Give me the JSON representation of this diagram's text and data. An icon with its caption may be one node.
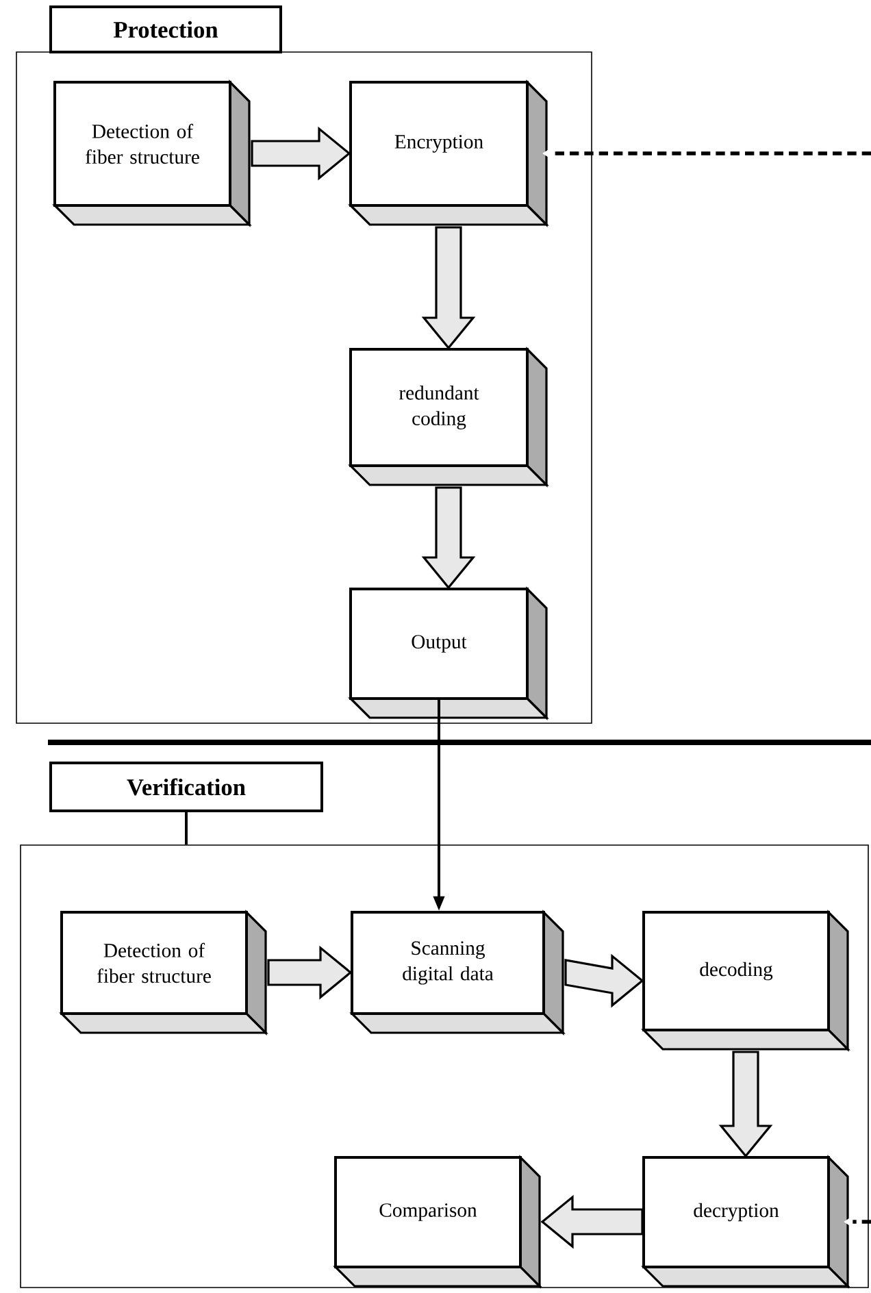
{
  "diagram": {
    "nodes": [
      {
        "text": [
          "Protection"
        ]
      },
      {
        "text": [],
        "shape": "box"
      },
      {
        "text": [
          "Detection of fiber structure"
        ],
        "in": 1
      },
      {
        "text": [
          "Encryption"
        ],
        "in": 1
      },
      {
        "text": [
          "redundant coding"
        ],
        "in": 1
      },
      {
        "text": [
          "Output"
        ],
        "in": 1
      },
      {
        "text": [
          "Verification"
        ]
      },
      {
        "text": [],
        "shape": "box"
      },
      {
        "text": [
          "Detection of fiber structure"
        ],
        "in": 7
      },
      {
        "text": [
          "Scanning digital data"
        ],
        "in": 7
      },
      {
        "text": [
          "decoding"
        ],
        "in": 7
      },
      {
        "text": [
          "decryption"
        ],
        "in": 7
      },
      {
        "text": [
          "Comparison"
        ],
        "in": 7
      }
    ],
    "edges": [
      {
        "from": 2,
        "to": 3,
        "arrow": "to",
        "style": "thick"
      },
      {
        "from": 3,
        "to": 4,
        "arrow": "to",
        "style": "thick"
      },
      {
        "from": 4,
        "to": 5,
        "arrow": "to",
        "style": "thick"
      },
      {
        "from": 5,
        "to": 9,
        "arrow": "to"
      },
      {
        "from": 6,
        "to": 7,
        "arrow": "none"
      },
      {
        "from": 8,
        "to": 9,
        "arrow": "to",
        "style": "thick"
      },
      {
        "from": 9,
        "to": 10,
        "arrow": "to",
        "style": "thick"
      },
      {
        "from": 10,
        "to": 11,
        "arrow": "to",
        "style": "thick"
      },
      {
        "from": 11,
        "to": 12,
        "arrow": "to",
        "style": "thick"
      },
      {
        "from": null,
        "to": 3,
        "arrow": "to",
        "style": "dashed"
      },
      {
        "from": null,
        "to": 11,
        "arrow": "to",
        "style": "dashed"
      }
    ]
  }
}
